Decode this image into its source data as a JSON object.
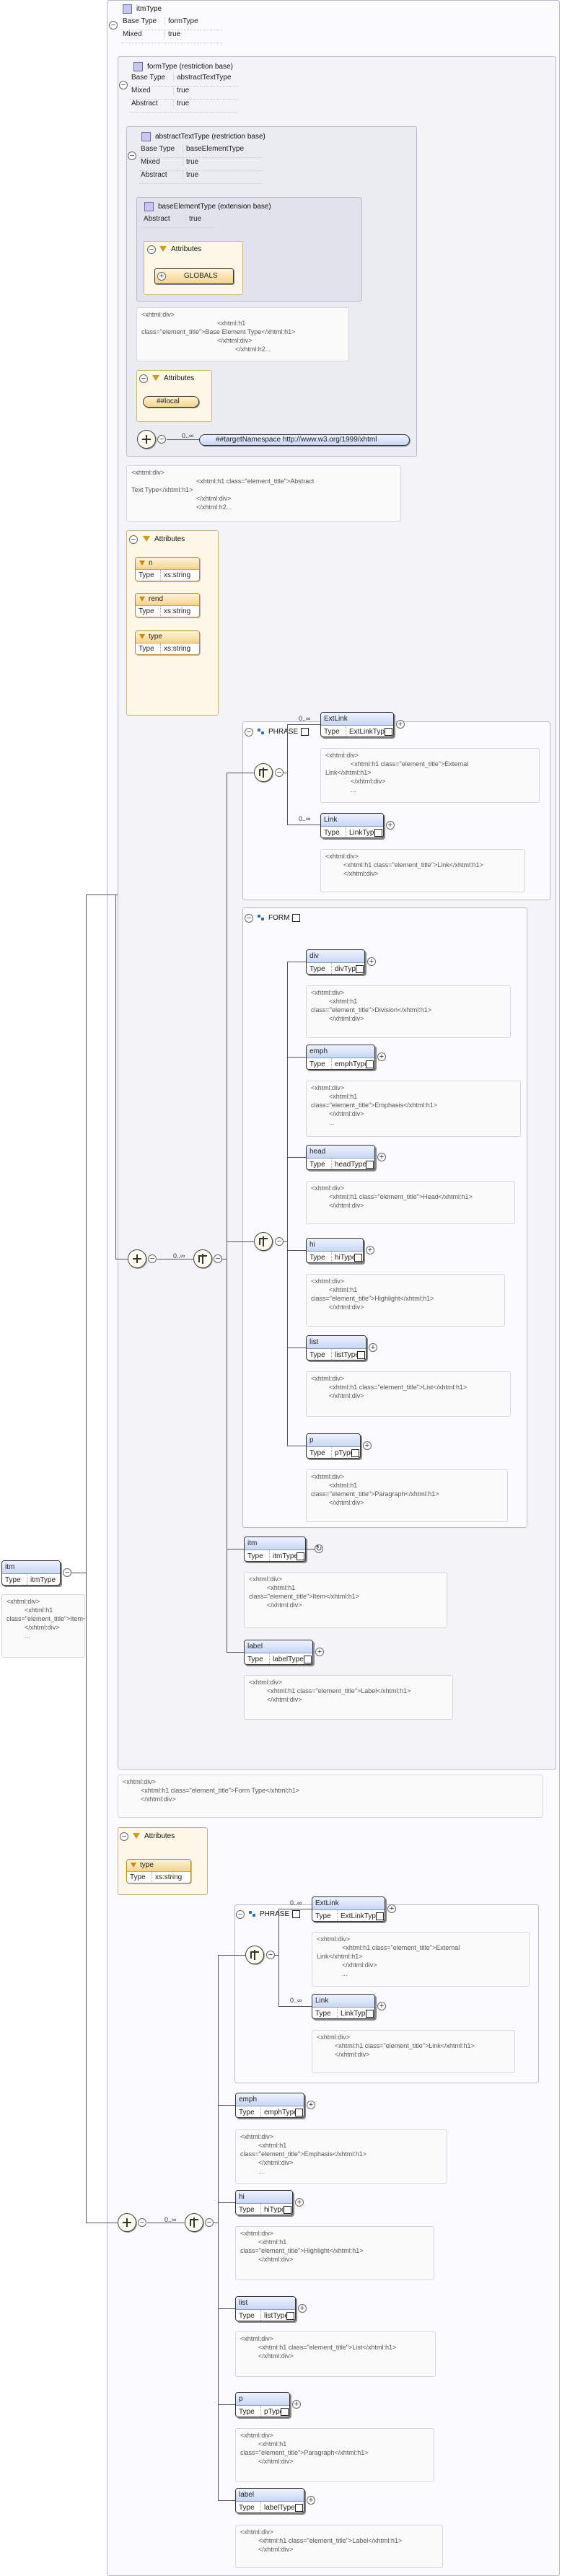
{
  "top": {
    "title": "itmType",
    "rows": [
      [
        "Base Type",
        "formType"
      ],
      [
        "Mixed",
        "true"
      ]
    ]
  },
  "formType": {
    "title": "formType (restriction base)",
    "rows": [
      [
        "Base Type",
        "abstractTextType"
      ],
      [
        "Mixed",
        "true"
      ],
      [
        "Abstract",
        "true"
      ]
    ]
  },
  "abstractTextType": {
    "title": "abstractTextType (restriction base)",
    "rows": [
      [
        "Base Type",
        "baseElementType"
      ],
      [
        "Mixed",
        "true"
      ],
      [
        "Abstract",
        "true"
      ]
    ]
  },
  "baseElementType": {
    "title": "baseElementType (extension base)",
    "rows": [
      [
        "Abstract",
        "true"
      ]
    ]
  },
  "labels": {
    "attributes": "Attributes",
    "globals": "GLOBALS",
    "local": "##local",
    "target_ns": "##targetNamespace http://www.w3.org/1999/xhtml",
    "phrase": "PHRASE",
    "form": "FORM",
    "type_key": "Type",
    "mult_0_inf": "0..∞"
  },
  "docs": {
    "base_element": "<xhtml:div>\n                                          <xhtml:h1\nclass=\"element_title\">Base Element Type</xhtml:h1>\n                                          </xhtml:div>\n                                                    </xhtml:h2...",
    "abstract_text": "<xhtml:div>\n                                    <xhtml:h1 class=\"element_title\">Abstract\nText Type</xhtml:h1>\n                                    </xhtml:div>\n                                    </xhtml:h2...",
    "extlink": "<xhtml:div>\n              <xhtml:h1 class=\"element_title\">External\nLink</xhtml:h1>\n              </xhtml:div>\n              ...",
    "link": "<xhtml:div>\n          <xhtml:h1 class=\"element_title\">Link</xhtml:h1>\n          </xhtml:div>",
    "div": "<xhtml:div>\n          <xhtml:h1\nclass=\"element_title\">Division</xhtml:h1>\n          </xhtml:div>",
    "emph": "<xhtml:div>\n          <xhtml:h1\nclass=\"element_title\">Emphasis</xhtml:h1>\n          </xhtml:div>\n          ...",
    "head": "<xhtml:div>\n          <xhtml:h1 class=\"element_title\">Head</xhtml:h1>\n          </xhtml:div>",
    "hi": "<xhtml:div>\n          <xhtml:h1\nclass=\"element_title\">Highlight</xhtml:h1>\n          </xhtml:div>",
    "list": "<xhtml:div>\n          <xhtml:h1 class=\"element_title\">List</xhtml:h1>\n          </xhtml:div>",
    "p": "<xhtml:div>\n          <xhtml:h1\nclass=\"element_title\">Paragraph</xhtml:h1>\n          </xhtml:div>",
    "itm": "<xhtml:div>\n          <xhtml:h1\nclass=\"element_title\">Item</xhtml:h1>\n          </xhtml:div>",
    "label": "<xhtml:div>\n          <xhtml:h1 class=\"element_title\">Label</xhtml:h1>\n          </xhtml:div>",
    "root": "<xhtml:div>\n          <xhtml:h1\nclass=\"element_title\">Item</xhtml:h1>\n          </xhtml:div>\n          ...",
    "form_type": "<xhtml:div>\n          <xhtml:h1 class=\"element_title\">Form Type</xhtml:h1>\n          </xhtml:div>"
  },
  "root": {
    "name": "itm",
    "type": "itmType"
  },
  "attrs_inner": [
    {
      "name": "n",
      "type": "xs:string"
    },
    {
      "name": "rend",
      "type": "xs:string"
    },
    {
      "name": "type",
      "type": "xs:string"
    }
  ],
  "attrs_outer": [
    {
      "name": "type",
      "type": "xs:string"
    }
  ],
  "elements": {
    "extlink": {
      "name": "ExtLink",
      "type": "ExtLinkType"
    },
    "link": {
      "name": "Link",
      "type": "LinkType"
    },
    "div": {
      "name": "div",
      "type": "divType"
    },
    "emph": {
      "name": "emph",
      "type": "emphType"
    },
    "head": {
      "name": "head",
      "type": "headType"
    },
    "hi": {
      "name": "hi",
      "type": "hiType"
    },
    "list": {
      "name": "list",
      "type": "listType"
    },
    "p": {
      "name": "p",
      "type": "pType"
    },
    "itm": {
      "name": "itm",
      "type": "itmType"
    },
    "label": {
      "name": "label",
      "type": "labelType"
    }
  }
}
